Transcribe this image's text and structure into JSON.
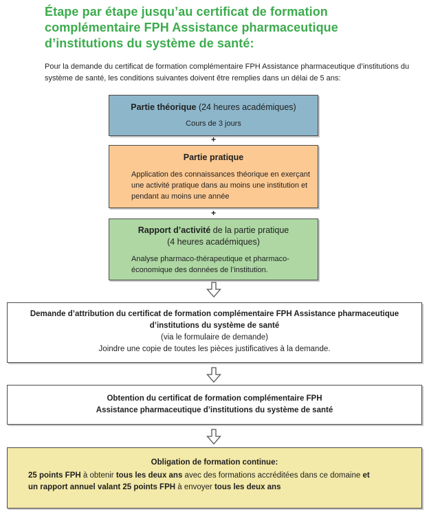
{
  "colors": {
    "title_green": "#3cab4d",
    "theory_fill": "#8db6ca",
    "practice_fill": "#fcc993",
    "report_fill": "#aed7a4",
    "obligation_fill": "#f3e9a9",
    "border_gray": "#4a4a4a"
  },
  "header": {
    "title": "Étape par étape jusqu’au certificat de formation\ncomplémentaire FPH Assistance pharmaceutique\nd’institutions du système de santé:",
    "intro": "Pour la demande du certificat de formation complémentaire FPH Assistance pharmaceutique d’institutions du\nsystème de santé, les conditions suivantes doivent être remplies dans un délai de 5 ans:"
  },
  "flow": {
    "plus": "+",
    "theory": {
      "title_rich": [
        {
          "text": "Partie théorique",
          "bold": true
        },
        {
          "text": " (24 heures académiques)",
          "bold": false
        }
      ],
      "body": "Cours de 3 jours"
    },
    "practice": {
      "title": "Partie pratique",
      "body": "Application des connaissances théorique en exerçant\nune activité pratique dans au moins une institution et\npendant au moins une année"
    },
    "report": {
      "title_rich": [
        {
          "text": "Rapport d’activité",
          "bold": true
        },
        {
          "text": " de la partie pratique\n(4 heures académiques)",
          "bold": false
        }
      ],
      "body": "Analyse pharmaco-thérapeutique et pharmaco-\néconomique des données de l’institution."
    },
    "request": {
      "title": "Demande d’attribution du certificat de formation complémentaire FPH Assistance pharmaceutique\nd’institutions du système de santé",
      "subtitle": "(via le formulaire de demande)",
      "note": "Joindre une copie de toutes les pièces justificatives à la demande."
    },
    "obtain": {
      "title": "Obtention du certificat de formation complémentaire FPH\nAssistance pharmaceutique d’institutions du système de santé"
    },
    "obligation": {
      "title": "Obligation de formation continue:",
      "body_rich": [
        {
          "text": "25 points FPH",
          "bold": true
        },
        {
          "text": " à obtenir ",
          "bold": false
        },
        {
          "text": "tous les deux ans",
          "bold": true
        },
        {
          "text": " avec des formations accréditées dans ce domaine ",
          "bold": false
        },
        {
          "text": "et\nun rapport annuel valant 25 points FPH",
          "bold": true
        },
        {
          "text": " à envoyer ",
          "bold": false
        },
        {
          "text": "tous les deux ans",
          "bold": true
        }
      ]
    }
  }
}
